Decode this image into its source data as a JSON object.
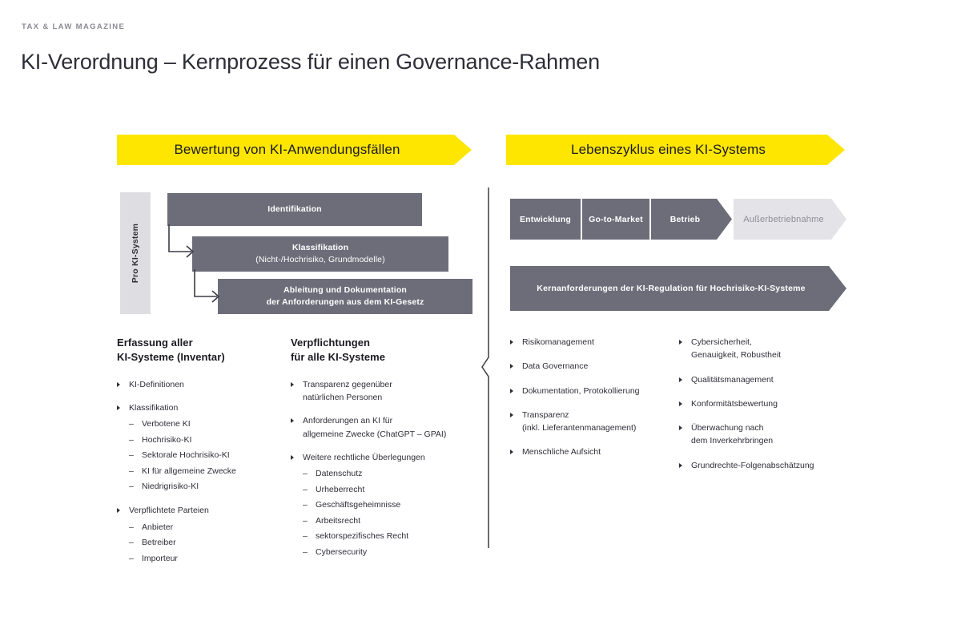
{
  "header": {
    "kicker": "TAX & LAW MAGAZINE",
    "title": "KI-Verordnung – Kernprozess für einen Governance-Rahmen"
  },
  "colors": {
    "accent_yellow": "#FFE600",
    "dark_gray": "#6D6D7A",
    "light_gray": "#DEDDE1",
    "pale_gray": "#E4E3E7",
    "text": "#2E2E38",
    "kicker_gray": "#8A8A95"
  },
  "banners": {
    "left": "Bewertung von KI-Anwendungsfällen",
    "right": "Lebenszyklus eines KI-Systems"
  },
  "left_diagram": {
    "side_label": "Pro KI-System",
    "steps": [
      {
        "line1": "Identifikation",
        "line2": ""
      },
      {
        "line1": "Klassifikation",
        "line2": "(Nicht-/Hochrisiko, Grundmodelle)"
      },
      {
        "line1": "Ableitung und Dokumentation",
        "line2": "der Anforderungen aus dem KI-Gesetz"
      }
    ]
  },
  "right_diagram": {
    "lifecycle": [
      {
        "label": "Entwicklung",
        "state": "active"
      },
      {
        "label": "Go-to-Market",
        "state": "active"
      },
      {
        "label": "Betrieb",
        "state": "active"
      },
      {
        "label": "Außerbetriebnahme",
        "state": "inactive"
      }
    ],
    "core_bar": "Kernanforderungen der KI-Regulation für Hochrisiko-KI-Systeme"
  },
  "columns": {
    "inventar": {
      "heading": "Erfassung aller\nKI-Systeme (Inventar)",
      "heading_line1": "Erfassung aller",
      "heading_line2": "KI-Systeme (Inventar)",
      "items": [
        {
          "text": "KI-Definitionen",
          "sub": []
        },
        {
          "text": "Klassifikation",
          "sub": [
            "Verbotene KI",
            "Hochrisiko-KI",
            "Sektorale Hochrisiko-KI",
            "KI für allgemeine Zwecke",
            "Niedrigrisiko-KI"
          ]
        },
        {
          "text": "Verpflichtete Parteien",
          "sub": [
            "Anbieter",
            "Betreiber",
            "Importeur"
          ]
        }
      ]
    },
    "verpflichtungen": {
      "heading_line1": "Verpflichtungen",
      "heading_line2": "für alle KI-Systeme",
      "items": [
        {
          "text": "Transparenz gegenüber\nnatürlichen Personen",
          "sub": []
        },
        {
          "text": "Anforderungen an KI für\nallgemeine Zwecke (ChatGPT – GPAI)",
          "sub": []
        },
        {
          "text": "Weitere rechtliche Überlegungen",
          "sub": [
            "Datenschutz",
            "Urheberrecht",
            "Geschäftsgeheimnisse",
            "Arbeitsrecht",
            "sektorspezifisches Recht",
            "Cybersecurity"
          ]
        }
      ]
    },
    "requirements_a": {
      "items": [
        {
          "text": "Risikomanagement",
          "sub": []
        },
        {
          "text": "Data Governance",
          "sub": []
        },
        {
          "text": "Dokumentation, Protokollierung",
          "sub": []
        },
        {
          "text": "Transparenz\n(inkl. Lieferantenmanagement)",
          "sub": []
        },
        {
          "text": "Menschliche Aufsicht",
          "sub": []
        }
      ]
    },
    "requirements_b": {
      "items": [
        {
          "text": "Cybersicherheit,\nGenauigkeit, Robustheit",
          "sub": []
        },
        {
          "text": "Qualitätsmanagement",
          "sub": []
        },
        {
          "text": "Konformitätsbewertung",
          "sub": []
        },
        {
          "text": "Überwachung nach\ndem Inverkehrbringen",
          "sub": []
        },
        {
          "text": "Grundrechte-Folgenabschätzung",
          "sub": []
        }
      ]
    }
  }
}
